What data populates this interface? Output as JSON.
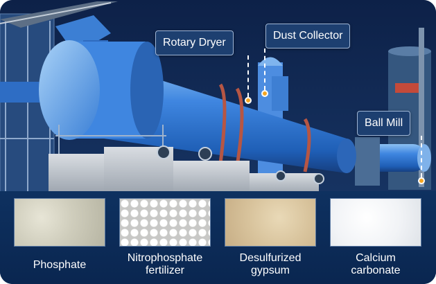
{
  "callouts": {
    "rotary_dryer": "Rotary Dryer",
    "dust_collector": "Dust Collector",
    "ball_mill": "Ball Mill"
  },
  "materials": [
    {
      "line1": "Phosphate",
      "line2": ""
    },
    {
      "line1": "Nitrophosphate",
      "line2": "fertilizer"
    },
    {
      "line1": "Desulfurized",
      "line2": "gypsum"
    },
    {
      "line1": "Calcium",
      "line2": "carbonate"
    }
  ],
  "colors": {
    "background": "#0f2a52",
    "equipment_blue": "#2f6fcf",
    "marker": "#f5a623",
    "callout_bg": "#1d3f70"
  }
}
